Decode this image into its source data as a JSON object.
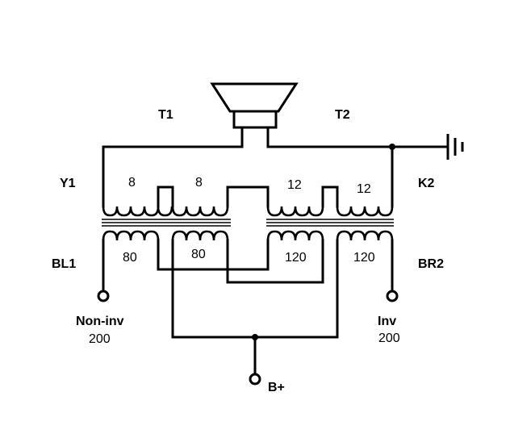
{
  "transformers": [
    {
      "id": "T1",
      "label": "T1"
    },
    {
      "id": "T2",
      "label": "T2"
    }
  ],
  "primary_labels": {
    "left": "Y1",
    "right": "K2"
  },
  "secondary_labels": {
    "left": "BL1",
    "right": "BR2"
  },
  "primary_taps": [
    "8",
    "8",
    "12",
    "12"
  ],
  "secondary_taps": [
    "80",
    "80",
    "120",
    "120"
  ],
  "terminals": {
    "noninv": {
      "name": "Non-inv",
      "value": "200"
    },
    "inv": {
      "name": "Inv",
      "value": "200"
    },
    "supply": {
      "name": "B+"
    }
  },
  "symbols": [
    "speaker-icon",
    "ground-icon"
  ]
}
